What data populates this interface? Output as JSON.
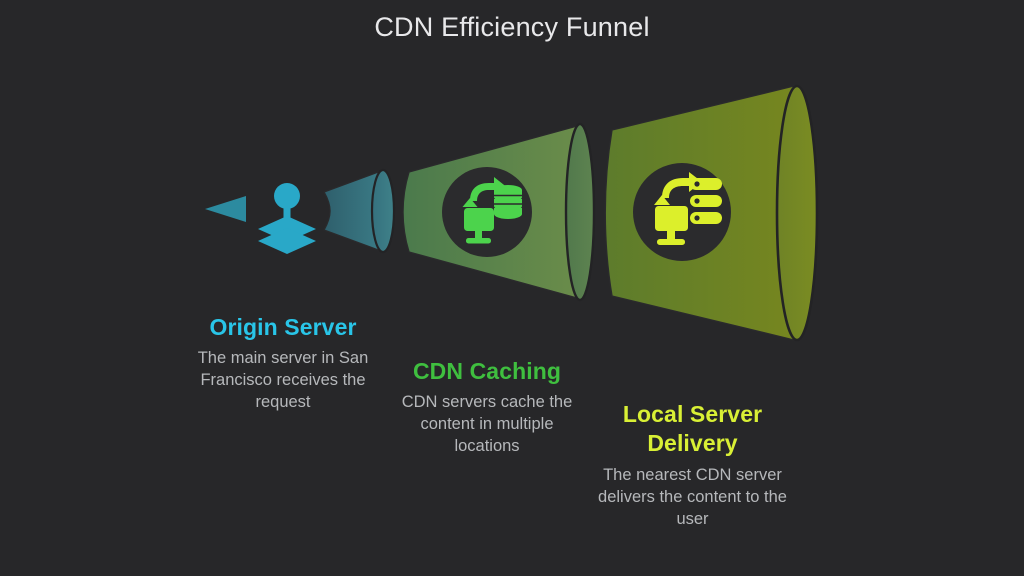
{
  "header": {
    "title": "CDN Efficiency Funnel"
  },
  "colors": {
    "background": "#272729",
    "title_text": "#e8e8ea",
    "body_text": "#b6b8bb",
    "stage1_accent": "#29c5e8",
    "stage2_accent": "#3fbf3f",
    "stage3_accent": "#d9f035",
    "cone1_fill": "#336a78",
    "cone2_fill": "#5a8452",
    "cone3_fill": "#6b8029",
    "icon_disc": "#2b2b2d"
  },
  "funnel": {
    "direction": "left-to-right widening",
    "arrow_icon": "left-arrow-icon",
    "stages": [
      {
        "index": 1,
        "heading": "Origin Server",
        "description": "The main server in San Francisco receives the request",
        "accent": "#29c5e8",
        "cone_fill": "#336a78",
        "icon": "map-pin-layers-icon"
      },
      {
        "index": 2,
        "heading": "CDN Caching",
        "description": "CDN servers cache the content in multiple locations",
        "accent": "#3fbf3f",
        "cone_fill": "#5a8452",
        "icon": "monitor-database-sync-icon"
      },
      {
        "index": 3,
        "heading": "Local Server Delivery",
        "description": "The nearest CDN server delivers the content to the user",
        "accent": "#d9f035",
        "cone_fill": "#6b8029",
        "icon": "monitor-server-rack-sync-icon"
      }
    ]
  },
  "chart_data": {
    "type": "funnel",
    "title": "CDN Efficiency Funnel",
    "orientation": "horizontal",
    "categories": [
      "Origin Server",
      "CDN Caching",
      "Local Server Delivery"
    ],
    "descriptions": [
      "The main server in San Francisco receives the request",
      "CDN servers cache the content in multiple locations",
      "The nearest CDN server delivers the content to the user"
    ],
    "series_colors": [
      "#336a78",
      "#5a8452",
      "#6b8029"
    ],
    "label_colors": [
      "#29c5e8",
      "#3fbf3f",
      "#d9f035"
    ],
    "legend": "none",
    "grid": false
  }
}
